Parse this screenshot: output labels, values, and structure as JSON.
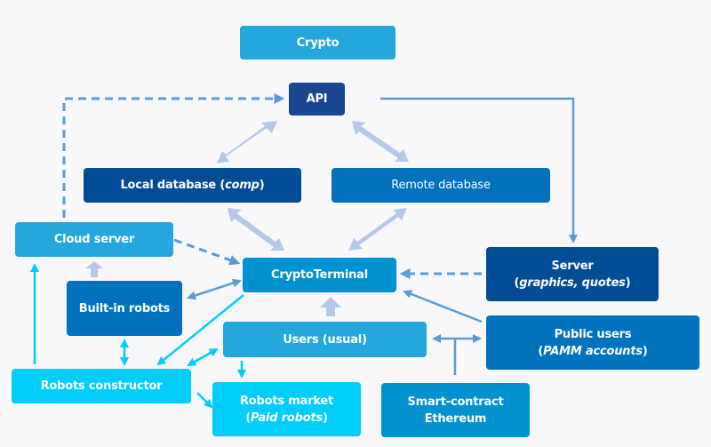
{
  "colors": {
    "background": "#f8f8fa",
    "light_blue": "#23a7dd",
    "navy": "#1a4791",
    "dark_blue": "#004c97",
    "mid_blue": "#0071bc",
    "terminal_blue": "#0092d0",
    "cyan": "#00cdfb",
    "arrow_blue": "#5b9bd5",
    "arrow_pale": "#b4c9e7",
    "arrow_cyan": "#00cdfb"
  },
  "nodes": {
    "crypto": {
      "label": "Crypto"
    },
    "api": {
      "label": "API"
    },
    "local_db": {
      "label": "Local database (",
      "italic": "comp",
      "suffix": ")"
    },
    "remote_db": {
      "label": "Remote database"
    },
    "cloud_server": {
      "label": "Cloud server"
    },
    "crypto_terminal": {
      "label": "CryptoTerminal"
    },
    "server": {
      "label": "Server",
      "line2_prefix": "(",
      "line2_italic": "graphics, quotes",
      "line2_suffix": ")"
    },
    "built_in_robots": {
      "label": "Built-in robots"
    },
    "users_usual": {
      "label": "Users (usual)"
    },
    "public_users": {
      "label": "Public users",
      "line2_prefix": "(",
      "line2_italic": "PAMM accounts",
      "line2_suffix": ")"
    },
    "robots_constructor": {
      "label": "Robots constructor"
    },
    "robots_market": {
      "label": "Robots market",
      "line2_prefix": "(",
      "line2_italic": "Paid robots",
      "line2_suffix": ")"
    },
    "smart_contract": {
      "label": "Smart-contract",
      "line2": "Ethereum"
    }
  },
  "connections": [
    {
      "from": "cloud_server",
      "to": "api",
      "style": "dashed"
    },
    {
      "from": "api",
      "to": "server",
      "style": "solid"
    },
    {
      "from": "api",
      "to": "local_db",
      "style": "bidirectional-thick"
    },
    {
      "from": "api",
      "to": "remote_db",
      "style": "bidirectional-thick"
    },
    {
      "from": "local_db",
      "to": "crypto_terminal",
      "style": "bidirectional-thick"
    },
    {
      "from": "remote_db",
      "to": "crypto_terminal",
      "style": "bidirectional-thick"
    },
    {
      "from": "cloud_server",
      "to": "crypto_terminal",
      "style": "dashed"
    },
    {
      "from": "server",
      "to": "crypto_terminal",
      "style": "dashed"
    },
    {
      "from": "built_in_robots",
      "to": "cloud_server",
      "style": "thick"
    },
    {
      "from": "built_in_robots",
      "to": "crypto_terminal",
      "style": "bidirectional"
    },
    {
      "from": "users_usual",
      "to": "crypto_terminal",
      "style": "thick"
    },
    {
      "from": "public_users",
      "to": "crypto_terminal",
      "style": "solid"
    },
    {
      "from": "users_usual",
      "to": "public_users",
      "style": "bidirectional"
    },
    {
      "from": "smart_contract",
      "to": "users_usual-public_users",
      "style": "solid"
    },
    {
      "from": "robots_constructor",
      "to": "cloud_server",
      "style": "cyan"
    },
    {
      "from": "robots_constructor",
      "to": "built_in_robots",
      "style": "cyan-bidirectional"
    },
    {
      "from": "crypto_terminal",
      "to": "robots_constructor",
      "style": "cyan"
    },
    {
      "from": "robots_constructor",
      "to": "users_usual",
      "style": "cyan-bidirectional"
    },
    {
      "from": "users_usual",
      "to": "robots_market",
      "style": "cyan"
    },
    {
      "from": "robots_constructor",
      "to": "robots_market",
      "style": "cyan"
    }
  ]
}
